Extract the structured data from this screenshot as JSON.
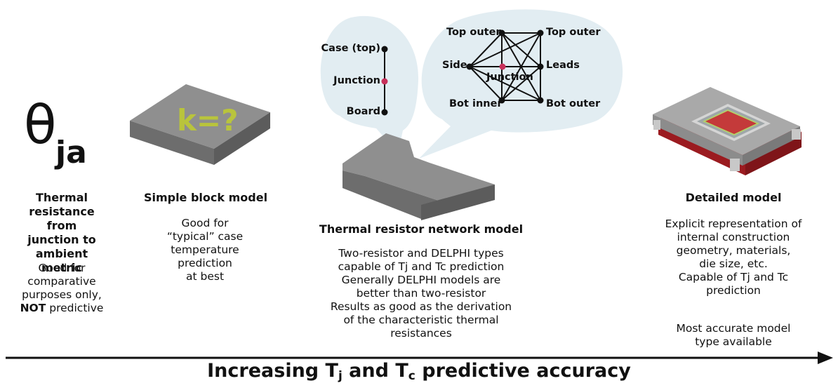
{
  "colors": {
    "bubble": "#e2edf2",
    "block_top": "#8f8f8f",
    "block_front": "#6c6c6c",
    "block_side": "#5f5f5f",
    "k_text": "#b9c43c",
    "junction_node": "#c8305a",
    "die_red": "#b42025",
    "arrow": "#111111"
  },
  "theta": {
    "symbol": "θ",
    "subscript": "ja"
  },
  "col1": {
    "title": [
      "Thermal",
      "resistance from",
      "junction to",
      "ambient metric"
    ],
    "body": [
      "Good for",
      "comparative",
      "purposes only,"
    ],
    "emphasis": "NOT",
    "body_tail": " predictive"
  },
  "col2": {
    "block_label": "k=?",
    "title": "Simple block model",
    "body": [
      "Good for",
      "“typical” case",
      "temperature",
      "prediction",
      "at best"
    ]
  },
  "col3": {
    "title": "Thermal resistor network model",
    "body": [
      "Two-resistor and DELPHI types",
      "capable of Tj and Tc prediction",
      "Generally DELPHI models are",
      "better than two-resistor",
      "Results as good as the derivation",
      "of the characteristic thermal",
      "resistances"
    ]
  },
  "two_resistor": {
    "top": "Case (top)",
    "middle": "Junction",
    "bottom": "Board"
  },
  "delphi": {
    "top_outer_left": "Top outer",
    "top_outer_right": "Top outer",
    "side": "Side",
    "junction": "Junction",
    "leads": "Leads",
    "bot_inner": "Bot inner",
    "bot_outer": "Bot outer"
  },
  "col4": {
    "title": "Detailed model",
    "body": [
      "Explicit representation of",
      "internal construction",
      "geometry, materials,",
      "die size, etc.",
      "Capable of Tj and Tc",
      "prediction"
    ],
    "note": [
      "Most accurate model",
      "type available"
    ]
  },
  "axis": {
    "prefix": "Increasing T",
    "sub_j": "j",
    "middle": " and T",
    "sub_c": "c",
    "suffix": " predictive accuracy"
  }
}
